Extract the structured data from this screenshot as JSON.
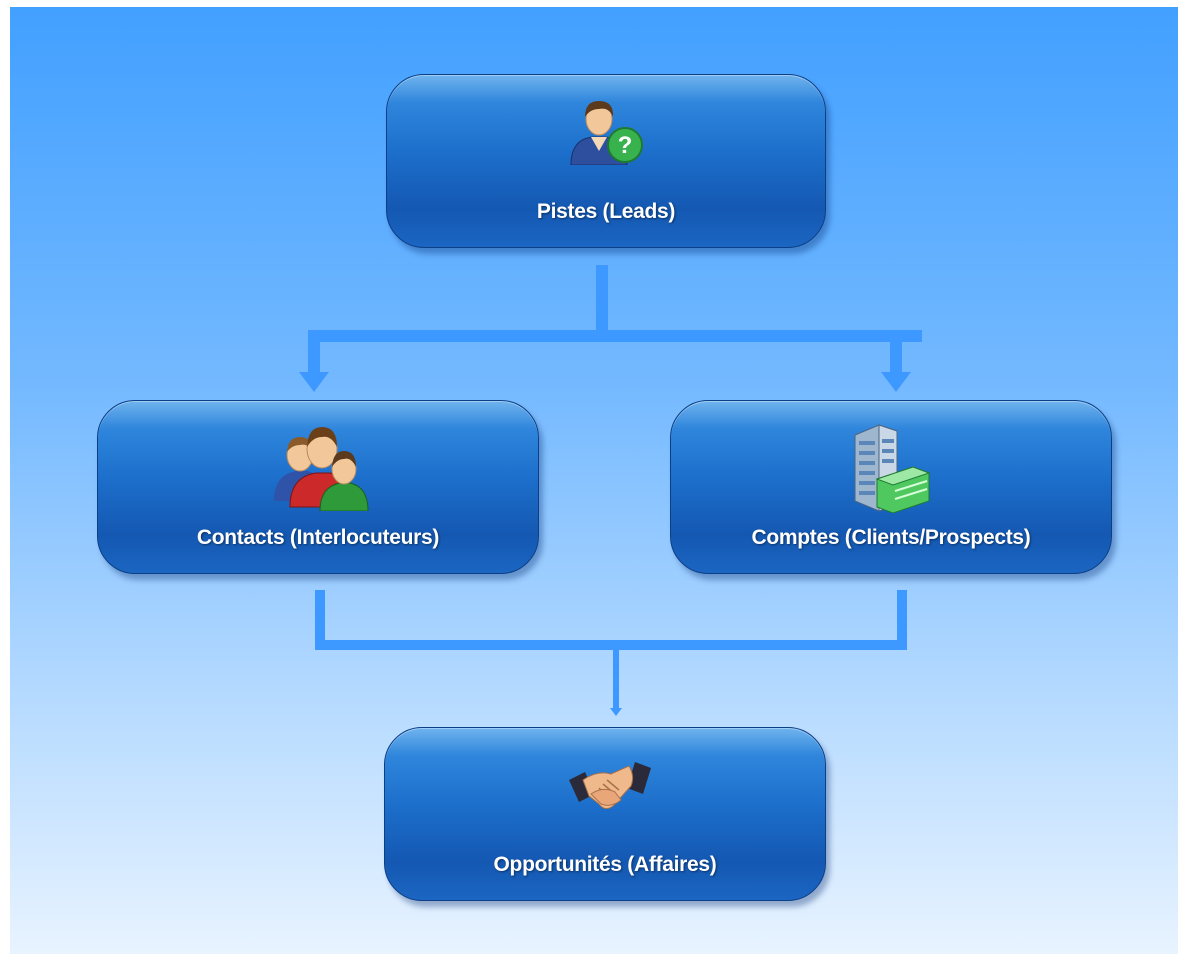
{
  "diagram": {
    "nodes": {
      "leads": {
        "label": "Pistes (Leads)",
        "icon": "lead-person-question-icon"
      },
      "contacts": {
        "label": "Contacts (Interlocuteurs)",
        "icon": "contact-group-icon"
      },
      "accounts": {
        "label": "Comptes (Clients/Prospects)",
        "icon": "company-building-icon"
      },
      "opportunities": {
        "label": "Opportunités (Affaires)",
        "icon": "handshake-icon"
      }
    },
    "edges": [
      {
        "from": "leads",
        "to": "contacts",
        "arrow": true
      },
      {
        "from": "leads",
        "to": "accounts",
        "arrow": true
      },
      {
        "from": "contacts",
        "to": "opportunities",
        "arrow": true
      },
      {
        "from": "accounts",
        "to": "opportunities",
        "arrow": true
      }
    ],
    "colors": {
      "node_fill": "#1c6fcb",
      "connector": "#3d98ff",
      "text": "#ffffff"
    }
  }
}
